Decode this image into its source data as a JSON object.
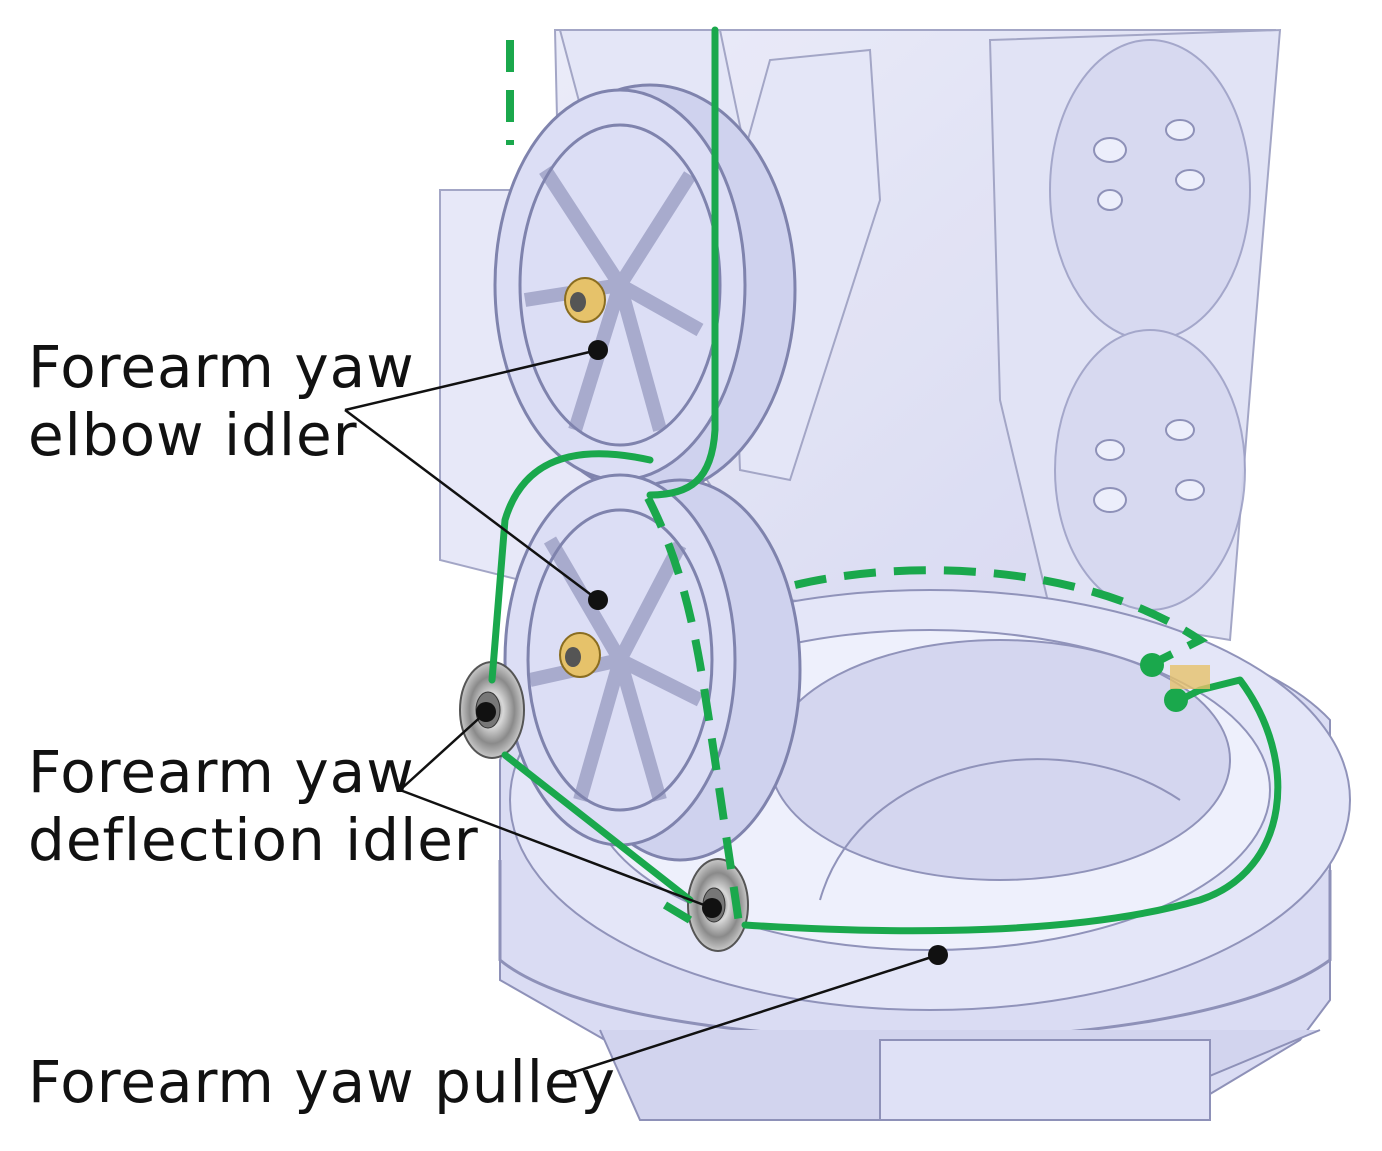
{
  "labels": {
    "elbow_idler": [
      "Forearm yaw",
      "elbow idler"
    ],
    "deflection_idler": [
      "Forearm yaw",
      "deflection idler"
    ],
    "pulley": "Forearm yaw pulley"
  },
  "colors": {
    "cable": "#1aa84c",
    "part_fill": "#d9dbf3",
    "part_edge": "#8e91b8",
    "bearing_outer": "#9c9c9c",
    "brass": "#e6c26a",
    "leader": "#111111"
  },
  "parts": [
    "forearm-yaw-elbow-idler-upper",
    "forearm-yaw-elbow-idler-lower",
    "forearm-yaw-deflection-idler-left",
    "forearm-yaw-deflection-idler-right",
    "forearm-yaw-pulley"
  ]
}
